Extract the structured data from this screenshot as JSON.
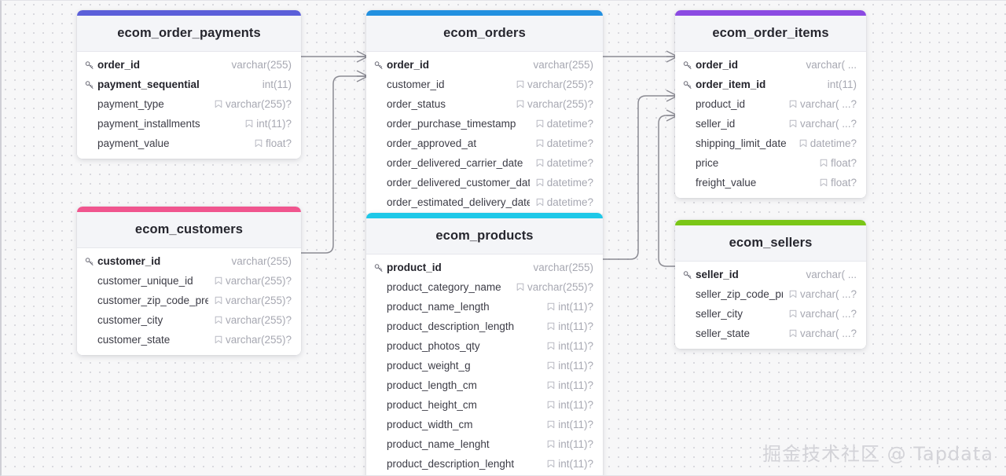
{
  "diagram": {
    "background_color": "#f7f7f8",
    "line_color": "#8b8b93"
  },
  "watermark": {
    "text": "掘金技术社区 @ Tapdata"
  },
  "icons": {
    "key": "key-icon",
    "nullable": "nullable-icon"
  },
  "tables": [
    {
      "id": "ecom_order_payments",
      "name": "ecom_order_payments",
      "accent": "#5b5fd9",
      "fields": [
        {
          "name": "order_id",
          "type": "varchar(255)",
          "pk": true,
          "nullable": false
        },
        {
          "name": "payment_sequential",
          "type": "int(11)",
          "pk": true,
          "nullable": false
        },
        {
          "name": "payment_type",
          "type": "varchar(255)?",
          "pk": false,
          "nullable": true
        },
        {
          "name": "payment_installments",
          "type": "int(11)?",
          "pk": false,
          "nullable": true
        },
        {
          "name": "payment_value",
          "type": "float?",
          "pk": false,
          "nullable": true
        }
      ]
    },
    {
      "id": "ecom_orders",
      "name": "ecom_orders",
      "accent": "#2290e0",
      "fields": [
        {
          "name": "order_id",
          "type": "varchar(255)",
          "pk": true,
          "nullable": false
        },
        {
          "name": "customer_id",
          "type": "varchar(255)?",
          "pk": false,
          "nullable": true
        },
        {
          "name": "order_status",
          "type": "varchar(255)?",
          "pk": false,
          "nullable": true
        },
        {
          "name": "order_purchase_timestamp",
          "type": "datetime?",
          "pk": false,
          "nullable": true
        },
        {
          "name": "order_approved_at",
          "type": "datetime?",
          "pk": false,
          "nullable": true
        },
        {
          "name": "order_delivered_carrier_date",
          "type": "datetime?",
          "pk": false,
          "nullable": true
        },
        {
          "name": "order_delivered_customer_date",
          "type": "datetime?",
          "pk": false,
          "nullable": true
        },
        {
          "name": "order_estimated_delivery_date",
          "type": "datetime?",
          "pk": false,
          "nullable": true
        }
      ]
    },
    {
      "id": "ecom_order_items",
      "name": "ecom_order_items",
      "accent": "#8b4ae2",
      "fields": [
        {
          "name": "order_id",
          "type": "varchar( ...",
          "pk": true,
          "nullable": false
        },
        {
          "name": "order_item_id",
          "type": "int(11)",
          "pk": true,
          "nullable": false
        },
        {
          "name": "product_id",
          "type": "varchar( ...?",
          "pk": false,
          "nullable": true
        },
        {
          "name": "seller_id",
          "type": "varchar( ...?",
          "pk": false,
          "nullable": true
        },
        {
          "name": "shipping_limit_date",
          "type": "datetime?",
          "pk": false,
          "nullable": true
        },
        {
          "name": "price",
          "type": "float?",
          "pk": false,
          "nullable": true
        },
        {
          "name": "freight_value",
          "type": "float?",
          "pk": false,
          "nullable": true
        }
      ]
    },
    {
      "id": "ecom_customers",
      "name": "ecom_customers",
      "accent": "#f0558e",
      "fields": [
        {
          "name": "customer_id",
          "type": "varchar(255)",
          "pk": true,
          "nullable": false
        },
        {
          "name": "customer_unique_id",
          "type": "varchar(255)?",
          "pk": false,
          "nullable": true
        },
        {
          "name": "customer_zip_code_prefix",
          "type": "varchar(255)?",
          "pk": false,
          "nullable": true
        },
        {
          "name": "customer_city",
          "type": "varchar(255)?",
          "pk": false,
          "nullable": true
        },
        {
          "name": "customer_state",
          "type": "varchar(255)?",
          "pk": false,
          "nullable": true
        }
      ]
    },
    {
      "id": "ecom_products",
      "name": "ecom_products",
      "accent": "#1fc8e8",
      "fields": [
        {
          "name": "product_id",
          "type": "varchar(255)",
          "pk": true,
          "nullable": false
        },
        {
          "name": "product_category_name",
          "type": "varchar(255)?",
          "pk": false,
          "nullable": true
        },
        {
          "name": "product_name_length",
          "type": "int(11)?",
          "pk": false,
          "nullable": true
        },
        {
          "name": "product_description_length",
          "type": "int(11)?",
          "pk": false,
          "nullable": true
        },
        {
          "name": "product_photos_qty",
          "type": "int(11)?",
          "pk": false,
          "nullable": true
        },
        {
          "name": "product_weight_g",
          "type": "int(11)?",
          "pk": false,
          "nullable": true
        },
        {
          "name": "product_length_cm",
          "type": "int(11)?",
          "pk": false,
          "nullable": true
        },
        {
          "name": "product_height_cm",
          "type": "int(11)?",
          "pk": false,
          "nullable": true
        },
        {
          "name": "product_width_cm",
          "type": "int(11)?",
          "pk": false,
          "nullable": true
        },
        {
          "name": "product_name_lenght",
          "type": "int(11)?",
          "pk": false,
          "nullable": true
        },
        {
          "name": "product_description_lenght",
          "type": "int(11)?",
          "pk": false,
          "nullable": true
        }
      ]
    },
    {
      "id": "ecom_sellers",
      "name": "ecom_sellers",
      "accent": "#7ac617",
      "fields": [
        {
          "name": "seller_id",
          "type": "varchar( ...",
          "pk": true,
          "nullable": false
        },
        {
          "name": "seller_zip_code_prefix",
          "type": "varchar( ...?",
          "pk": false,
          "nullable": true
        },
        {
          "name": "seller_city",
          "type": "varchar( ...?",
          "pk": false,
          "nullable": true
        },
        {
          "name": "seller_state",
          "type": "varchar( ...?",
          "pk": false,
          "nullable": true
        }
      ]
    }
  ],
  "relationships": [
    {
      "from": "ecom_order_payments.order_id",
      "to": "ecom_orders.order_id"
    },
    {
      "from": "ecom_customers.customer_id",
      "to": "ecom_orders.customer_id"
    },
    {
      "from": "ecom_orders.order_id",
      "to": "ecom_order_items.order_id"
    },
    {
      "from": "ecom_products.product_id",
      "to": "ecom_order_items.product_id"
    },
    {
      "from": "ecom_sellers.seller_id",
      "to": "ecom_order_items.seller_id"
    }
  ]
}
